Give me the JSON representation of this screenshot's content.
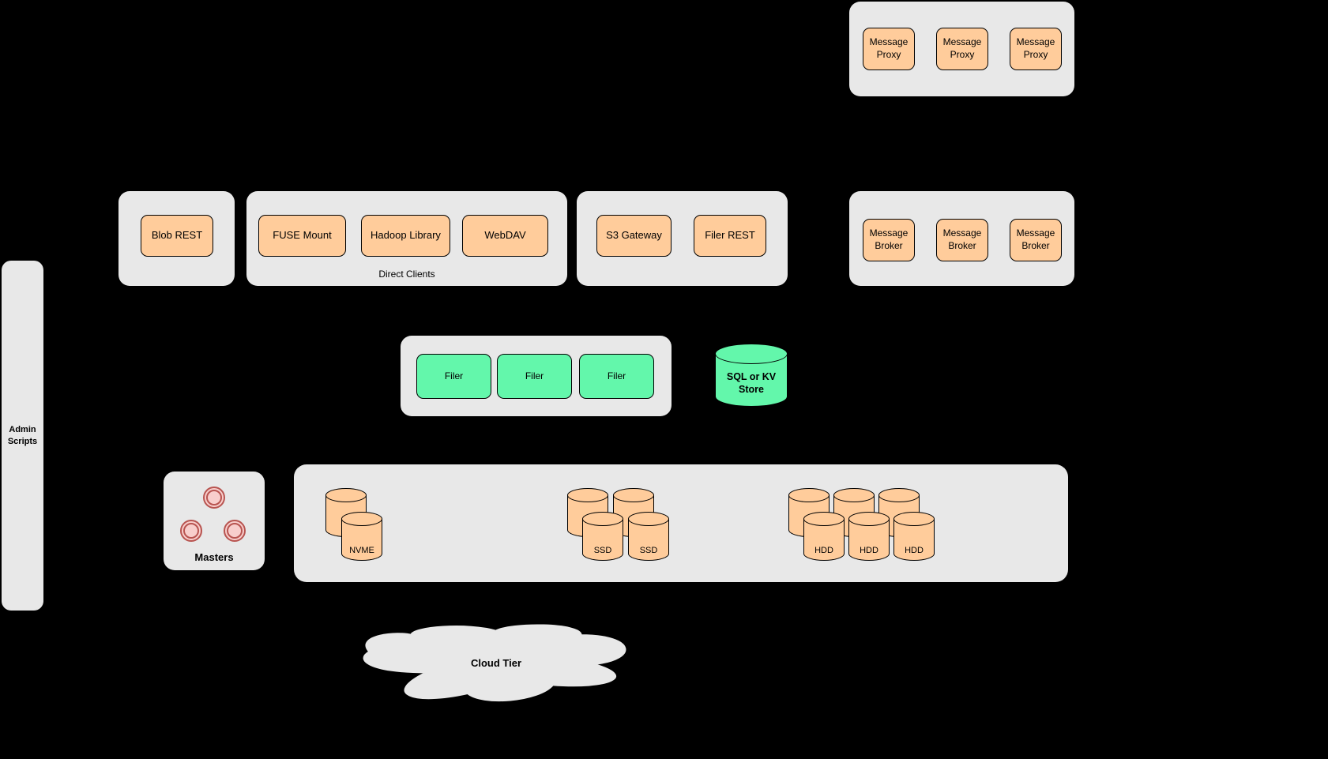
{
  "colors": {
    "background": "#000000",
    "panel_gray": "#e8e8e8",
    "node_orange": "#ffcc9b",
    "node_green": "#63f7ab",
    "circle_pink_fill": "#f8cecc",
    "circle_pink_border": "#b85450",
    "node_border": "#000000"
  },
  "groups": {
    "message_proxies": {
      "items": [
        "Message Proxy",
        "Message Proxy",
        "Message Proxy"
      ]
    },
    "blob_rest": {
      "items": [
        "Blob REST"
      ]
    },
    "direct_clients": {
      "label": "Direct Clients",
      "items": [
        "FUSE Mount",
        "Hadoop Library",
        "WebDAV"
      ]
    },
    "gateways": {
      "items": [
        "S3 Gateway",
        "Filer REST"
      ]
    },
    "message_brokers": {
      "items": [
        "Message Broker",
        "Message Broker",
        "Message Broker"
      ]
    },
    "filers": {
      "items": [
        "Filer",
        "Filer",
        "Filer"
      ]
    },
    "sql_kv_store": {
      "label": "SQL or KV Store"
    },
    "admin_scripts": {
      "label": "Admin Scripts"
    },
    "masters": {
      "label": "Masters"
    },
    "volume_servers": {
      "nvme": {
        "label": "NVME"
      },
      "ssd": {
        "labels": [
          "SSD",
          "SSD"
        ]
      },
      "hdd": {
        "labels": [
          "HDD",
          "HDD",
          "HDD"
        ]
      }
    },
    "cloud_tier": {
      "label": "Cloud Tier"
    }
  }
}
